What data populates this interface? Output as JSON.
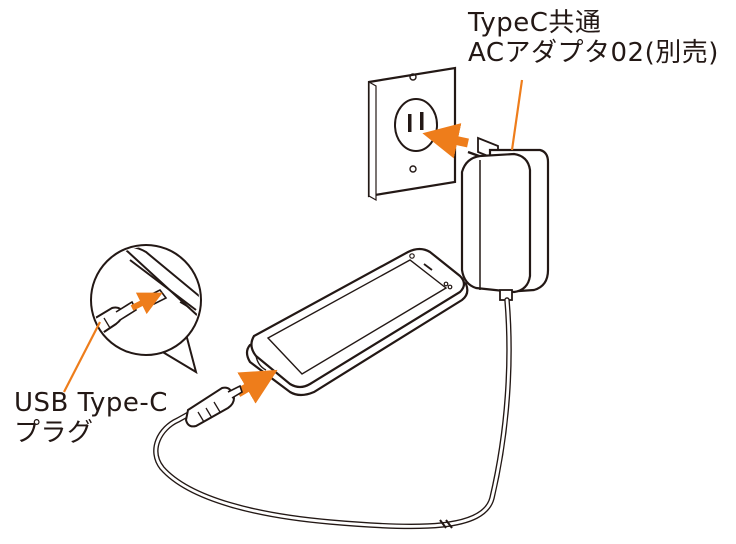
{
  "labels": {
    "adapter": {
      "line1": "TypeC共通",
      "line2": "ACアダプタ02(別売)"
    },
    "plug": {
      "line1": "USB Type-C",
      "line2": "プラグ"
    }
  },
  "colors": {
    "line": "#231815",
    "accent": "#ee7d1b",
    "background": "#ffffff"
  },
  "icons": {
    "outlet": "wall-outlet-icon",
    "adapter": "ac-adapter-icon",
    "phone": "smartphone-icon",
    "plug": "usb-c-plug-icon"
  }
}
